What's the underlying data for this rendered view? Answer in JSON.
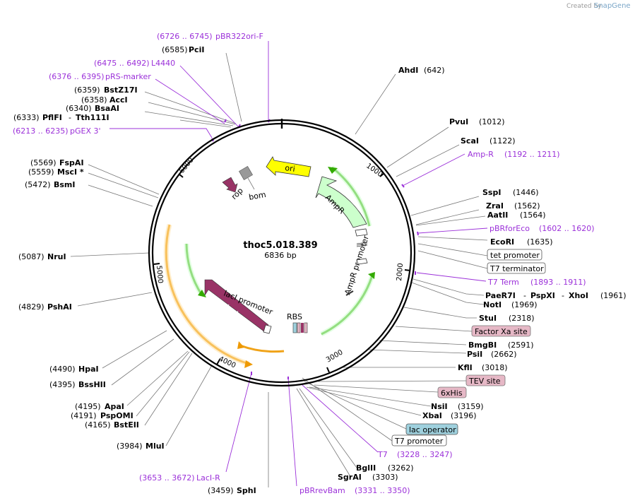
{
  "credit": {
    "prefix": "Created by",
    "brand": "SnapGene"
  },
  "plasmid": {
    "name": "thoc5.018.389",
    "length": "6836 bp"
  },
  "ticks": [
    "1000",
    "2000",
    "3000",
    "4000",
    "5000",
    "6000"
  ],
  "sites_right": [
    {
      "name": "AhdI",
      "pos": "(642)"
    },
    {
      "name": "PvuI",
      "pos": "(1012)"
    },
    {
      "name": "ScaI",
      "pos": "(1122)"
    },
    {
      "name": "SspI",
      "pos": "(1446)"
    },
    {
      "name": "ZraI",
      "pos": "(1562)"
    },
    {
      "name": "AatII",
      "pos": "(1564)"
    },
    {
      "name": "EcoRI",
      "pos": "(1635)"
    },
    {
      "name": "NotI",
      "pos": "(1969)"
    },
    {
      "name": "StuI",
      "pos": "(2318)"
    },
    {
      "name": "BmgBI",
      "pos": "(2591)"
    },
    {
      "name": "PsiI",
      "pos": "(2662)"
    },
    {
      "name": "KflI",
      "pos": "(3018)"
    },
    {
      "name": "NsiI",
      "pos": "(3159)"
    },
    {
      "name": "XbaI",
      "pos": "(3196)"
    },
    {
      "name": "BglII",
      "pos": "(3262)"
    },
    {
      "name": "SgrAI",
      "pos": "(3303)"
    },
    {
      "name": "SphI",
      "pos": "(3459)"
    }
  ],
  "xho_line": {
    "a": "PaeR7I",
    "b": "PspXI",
    "c": "XhoI",
    "pos": "(1961)"
  },
  "sites_left": [
    {
      "name": "PciI",
      "pos": "(6585)"
    },
    {
      "name": "BstZ17I",
      "pos": "(6359)"
    },
    {
      "name": "AccI",
      "pos": "(6358)"
    },
    {
      "name": "BsaAI",
      "pos": "(6340)"
    },
    {
      "name": "FspAI",
      "pos": "(5569)"
    },
    {
      "name": "MscI *",
      "pos": "(5559)"
    },
    {
      "name": "BsmI",
      "pos": "(5472)"
    },
    {
      "name": "NruI",
      "pos": "(5087)"
    },
    {
      "name": "PshAI",
      "pos": "(4829)"
    },
    {
      "name": "HpaI",
      "pos": "(4490)"
    },
    {
      "name": "BssHII",
      "pos": "(4395)"
    },
    {
      "name": "ApaI",
      "pos": "(4195)"
    },
    {
      "name": "PspOMI",
      "pos": "(4191)"
    },
    {
      "name": "BstEII",
      "pos": "(4165)"
    },
    {
      "name": "MluI",
      "pos": "(3984)"
    }
  ],
  "pfl_line": {
    "pos": "(6333)",
    "a": "PflFI",
    "b": "Tth111I"
  },
  "primers": [
    {
      "range": "(6726 .. 6745)",
      "name": "pBR322ori-F"
    },
    {
      "range": "(6475 .. 6492)",
      "name": "L4440"
    },
    {
      "range": "(6376 .. 6395)",
      "name": "pRS-marker"
    },
    {
      "range": "(6213 .. 6235)",
      "name": "pGEX 3'"
    },
    {
      "name": "Amp-R",
      "range": "(1192 .. 1211)"
    },
    {
      "name": "pBRforEco",
      "range": "(1602 .. 1620)"
    },
    {
      "name": "T7 Term",
      "range": "(1893 .. 1911)"
    },
    {
      "name": "T7",
      "range": "(3228 .. 3247)"
    },
    {
      "range": "(3653 .. 3672)",
      "name": "LacI-R"
    },
    {
      "name": "pBRrevBam",
      "range": "(3331 .. 3350)"
    }
  ],
  "boxed": [
    {
      "text": "tet promoter",
      "fill": "#ffffff"
    },
    {
      "text": "T7 terminator",
      "fill": "#ffffff"
    },
    {
      "text": "Factor Xa site",
      "fill": "#e6b8c6"
    },
    {
      "text": "TEV site",
      "fill": "#e6b8c6"
    },
    {
      "text": "6xHis",
      "fill": "#e6b8c6"
    },
    {
      "text": "lac operator",
      "fill": "#9fd1de"
    },
    {
      "text": "T7 promoter",
      "fill": "#ffffff"
    }
  ],
  "features": {
    "ori": "ori",
    "ampr": "AmpR",
    "ampr_promoter": "AmpR promoter",
    "laci": "lacI",
    "laci_promoter": "lacI promoter",
    "rbs": "RBS",
    "rop": "rop",
    "bom": "bom"
  },
  "colors": {
    "ring": "#000000",
    "primer": "#9b30d9",
    "ori": "#ffff00",
    "ampr": "#ccffcc",
    "green_arc": "#33aa00",
    "orange_arc": "#ee9900",
    "laci": "#993366",
    "rop": "#993366",
    "bom": "#999999"
  }
}
